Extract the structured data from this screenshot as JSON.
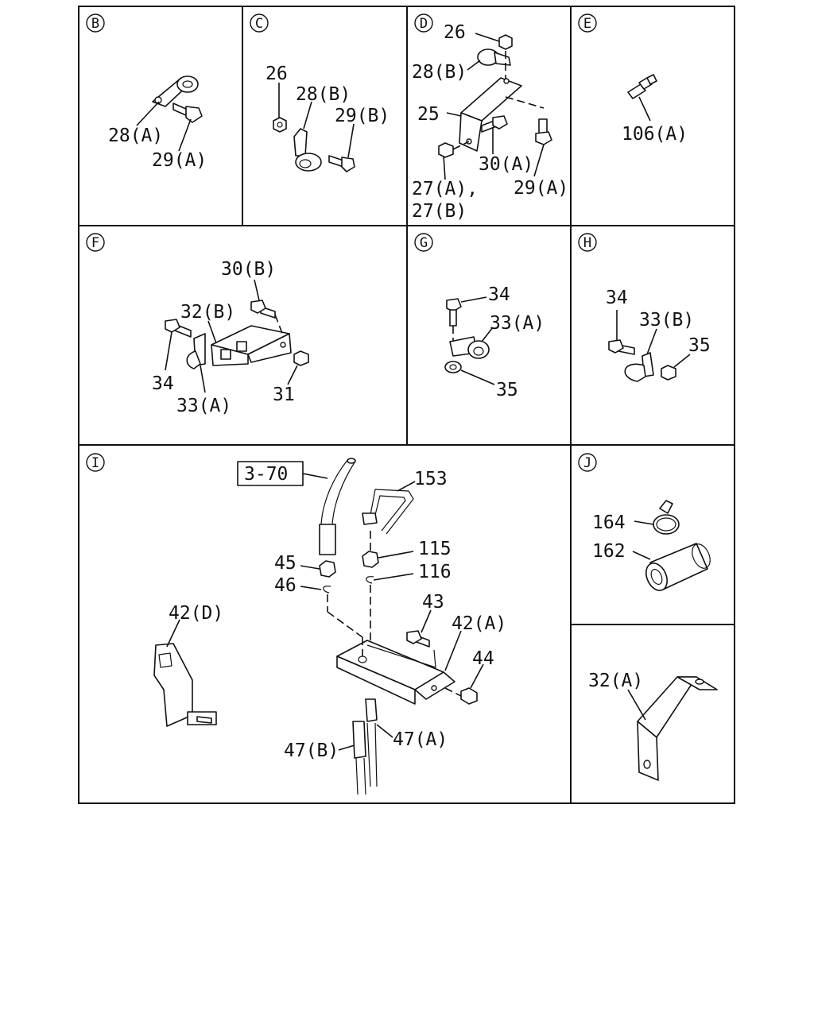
{
  "panels": {
    "b": {
      "badge": "B",
      "labels": [
        "28(A)",
        "29(A)"
      ]
    },
    "c": {
      "badge": "C",
      "labels": [
        "26",
        "28(B)",
        "29(B)"
      ]
    },
    "d": {
      "badge": "D",
      "labels": [
        "26",
        "28(B)",
        "25",
        "27(A),",
        "27(B)",
        "30(A)",
        "29(A)"
      ]
    },
    "e": {
      "badge": "E",
      "labels": [
        "106(A)"
      ]
    },
    "f": {
      "badge": "F",
      "labels": [
        "30(B)",
        "32(B)",
        "34",
        "33(A)",
        "31"
      ]
    },
    "g": {
      "badge": "G",
      "labels": [
        "34",
        "33(A)",
        "35"
      ]
    },
    "h": {
      "badge": "H",
      "labels": [
        "34",
        "33(B)",
        "35"
      ]
    },
    "i": {
      "badge": "I",
      "ref": "3-70",
      "labels": [
        "153",
        "115",
        "116",
        "45",
        "46",
        "42(D)",
        "43",
        "42(A)",
        "44",
        "47(B)",
        "47(A)"
      ]
    },
    "j": {
      "badge": "J",
      "labels": [
        "164",
        "162"
      ]
    },
    "k": {
      "labels": [
        "32(A)"
      ]
    }
  },
  "colors": {
    "line": "#111111",
    "background": "#ffffff"
  }
}
